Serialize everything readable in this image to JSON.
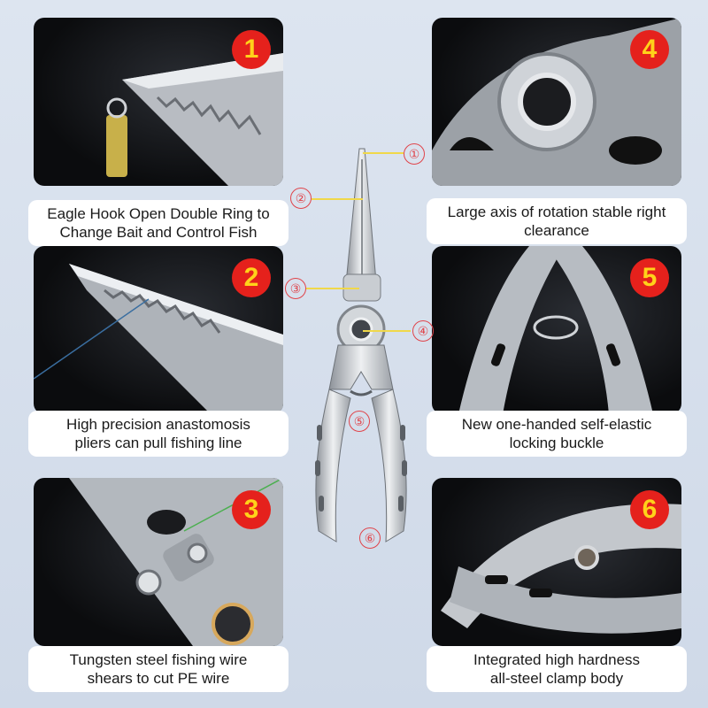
{
  "features": [
    {
      "number": "1",
      "caption": "Eagle Hook Open Double Ring to\nChange Bait and Control Fish"
    },
    {
      "number": "2",
      "caption": "High precision anastomosis\npliers can pull fishing line"
    },
    {
      "number": "3",
      "caption": "Tungsten steel fishing wire\nshears to cut PE wire"
    },
    {
      "number": "4",
      "caption": "Large axis of rotation stable right\nclearance"
    },
    {
      "number": "5",
      "caption": "New one-handed self-elastic\nlocking buckle"
    },
    {
      "number": "6",
      "caption": "Integrated high hardness\nall-steel clamp body"
    }
  ],
  "callouts": [
    "①",
    "②",
    "③",
    "④",
    "⑤",
    "⑥"
  ],
  "colors": {
    "background": "#d6dfec",
    "badge_bg": "#e5211c",
    "badge_text": "#ffd21a",
    "callout": "#e0444a",
    "leader": "#f0d84a"
  }
}
